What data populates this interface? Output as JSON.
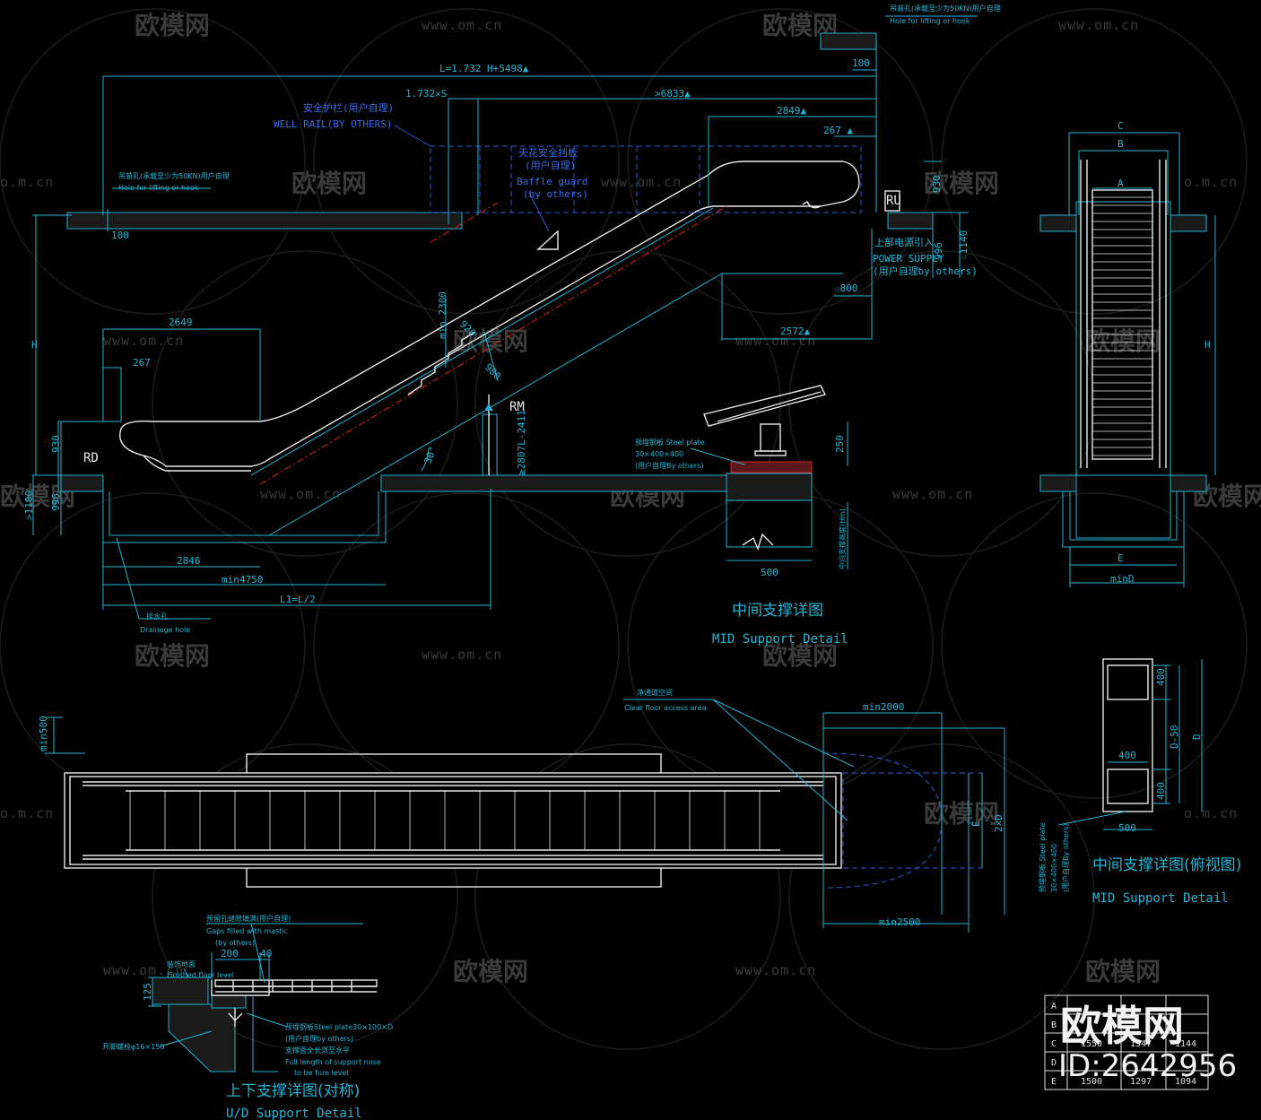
{
  "watermark": {
    "brand": "欧模网",
    "url": "www.om.cn",
    "url_short": "o.m.cn",
    "id": "ID:2642956"
  },
  "elevation": {
    "dims": {
      "total_length": "L=1.732 H+5498▲",
      "slope_length": "1.732×S",
      "upper_section": ">6833▲",
      "upper_2849": "2849▲",
      "upper_267": "267 ▲",
      "upper_930": "930",
      "upper_996": "996",
      "upper_1140": "☆1140",
      "upper_800": "☆800",
      "upper_2572": "2572▲",
      "lower_2649": "2649",
      "lower_267": "267",
      "lower_930": "930",
      "lower_996": "996",
      "lower_1100": ">1100",
      "lower_2846": "2846",
      "min4750": "min4750",
      "l1": "L1=L/2",
      "height": "H",
      "min2300": "min 2300",
      "d920": "920",
      "d980": "980",
      "angle": "30°",
      "d100_left": "100",
      "d100_top": "100",
      "rm_dim": "≥2807L-2411"
    },
    "labels": {
      "ru": "RU",
      "rd": "RD",
      "rm": "RM",
      "well_rail_cn": "安全护栏(用户自理)",
      "well_rail_en": "WELL RAIL(BY OTHERS)",
      "baffle_cn_1": "天花安全挡板",
      "baffle_cn_2": "(用户自理)",
      "baffle_en_1": "Baffle guard",
      "baffle_en_2": "(by others)",
      "power_cn": "上部电源引入",
      "power_en": "POWER SUPPLY",
      "power_by": "(用户自理by others)",
      "hole_left_cn": "吊装孔(承载至少为50KN)用户自理",
      "hole_left_en": "Hole for lifting or hook",
      "hole_top_cn": "吊装孔(承载至少为50KN)用户自理",
      "hole_top_en": "Hole for lifting or hook",
      "drain_cn": "排水孔",
      "drain_en": "Drainage hole"
    }
  },
  "side_view": {
    "labels": {
      "c": "C",
      "b": "B",
      "a": "A",
      "e": "E",
      "min_d": "minD",
      "h": "H"
    }
  },
  "mid_support": {
    "title_cn": "中间支撑详图",
    "title_en": "MID Support Detail",
    "plate_cn": "预埋钢板 Steel plate",
    "plate_size": "30×400×400",
    "plate_by": "(用户自理By others)",
    "d250": "250",
    "d500": "500",
    "height_label": "中间支撑高度(Hm)"
  },
  "mid_support_plan": {
    "title_cn": "中间支撑详图(俯视图)",
    "title_en": "MID Support Detail",
    "d400a": "400",
    "d400b": "400",
    "d400c": "400",
    "d500": "500",
    "d_minus_50": "D-50",
    "d": "D",
    "plate_cn": "预埋钢板 Steel plate",
    "plate_size": "30×400×400",
    "plate_by": "(用户自理By others)"
  },
  "plan": {
    "min500": "min500",
    "min2000": "min2000",
    "min2500": "min2500",
    "two_x_d": "2×D",
    "e": "E",
    "clear_cn": "净通道空间",
    "clear_en": "Clear floor access area"
  },
  "ud_support": {
    "title_cn": "上下支撑详图(对称)",
    "title_en": "U/D Support Detail",
    "gaps_cn": "预留孔缝隙填满(用户自理)",
    "gaps_en_1": "Gaps filled with mastic",
    "gaps_en_2": "(by others)",
    "finish_cn": "装饰地面",
    "finish_en": "Finished floor level",
    "d200": "200",
    "d40": "40",
    "d125": "125",
    "bolt": "开脚螺栓φ16×150",
    "plate_1": "预埋钢板Steel plate30×100×D",
    "plate_2": "(用户自理by others)",
    "plate_3": "支撑面全长须至水平",
    "plate_4": "Full length of support nose",
    "plate_5": "to be fure level"
  },
  "table": {
    "rows": [
      [
        "A",
        "",
        "",
        ""
      ],
      [
        "B",
        "",
        "",
        ""
      ],
      [
        "C",
        "1550",
        "1347",
        "1144"
      ],
      [
        "D",
        "",
        "",
        ""
      ],
      [
        "E",
        "1500",
        "1297",
        "1094"
      ]
    ]
  }
}
